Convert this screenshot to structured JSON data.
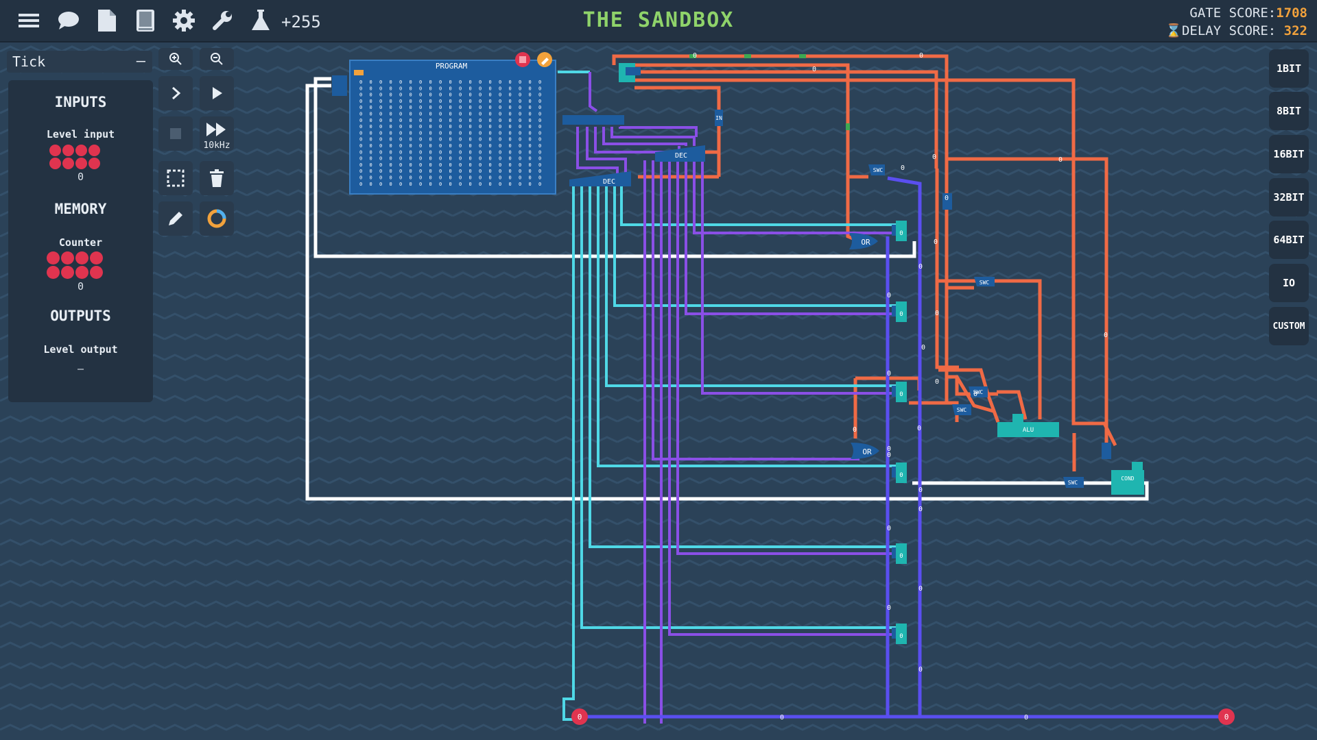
{
  "topbar": {
    "title": "THE SANDBOX",
    "xp": "+255",
    "icons": [
      "menu-icon",
      "chat-icon",
      "file-icon",
      "book-icon",
      "gear-icon",
      "wrench-icon",
      "flask-icon"
    ],
    "gate_score_label": "GATE SCORE:",
    "gate_score_value": "1708",
    "delay_score_label": "DELAY SCORE:",
    "delay_score_value": "322"
  },
  "tick_select": {
    "label": "Tick",
    "minus": "–"
  },
  "panel": {
    "inputs_title": "INPUTS",
    "level_input_label": "Level input",
    "level_input_value": "0",
    "memory_title": "MEMORY",
    "counter_label": "Counter",
    "counter_value": "0",
    "outputs_title": "OUTPUTS",
    "level_output_label": "Level output",
    "level_output_value": "–"
  },
  "tools": {
    "speed_label": "10kHz"
  },
  "component_buttons": [
    "1BIT",
    "8BIT",
    "16BIT",
    "32BIT",
    "64BIT",
    "IO",
    "CUSTOM"
  ],
  "circuit": {
    "program_label": "PROGRAM",
    "alu_label": "ALU",
    "cond_label": "COND",
    "or_label": "OR",
    "dec_label": "DEC",
    "swc_label": "SWC",
    "in_label": "IN",
    "zero": "0"
  },
  "colors": {
    "background": "#2b4258",
    "orange_wire": "#f06a45",
    "cyan_wire": "#4fd8e6",
    "purple_wire": "#8a4fe6",
    "blue_wire": "#5a4ff0",
    "white_wire": "#ffffff",
    "component": "#1d5c9e",
    "teal": "#1fb5b0",
    "title_green": "#8fd36a",
    "score_orange": "#f2a23c"
  }
}
